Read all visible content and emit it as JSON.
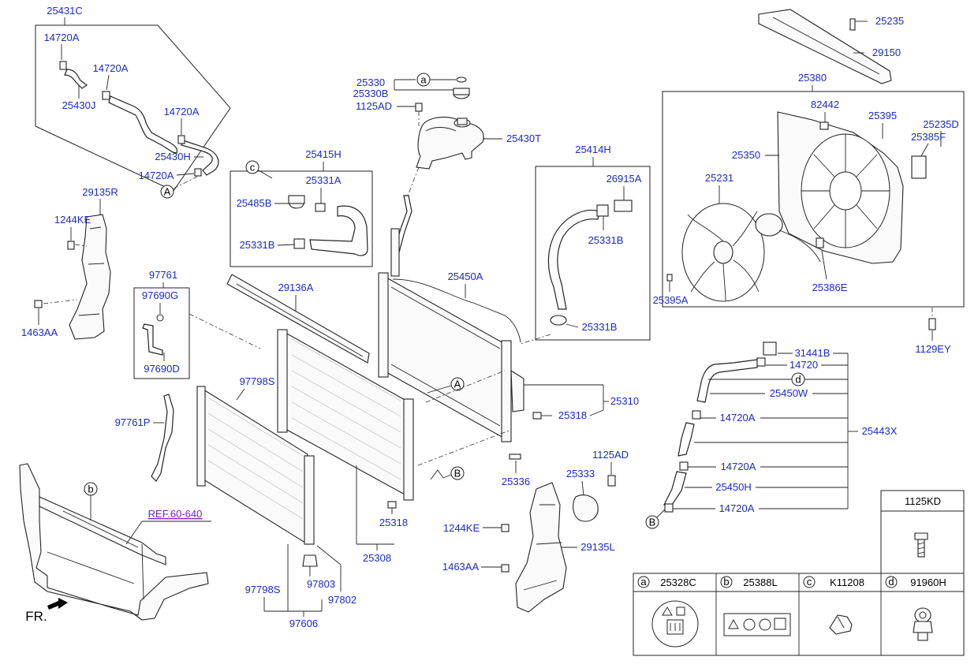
{
  "labels": {
    "p25431C": "25431C",
    "p14720A_1": "14720A",
    "p14720A_2": "14720A",
    "p14720A_3": "14720A",
    "p14720A_4": "14720A",
    "p25430J": "25430J",
    "p25430H": "25430H",
    "callout_A_top": "A",
    "p29135R": "29135R",
    "p1244KE_1": "1244KE",
    "p1463AA_1": "1463AA",
    "p25330": "25330",
    "p25330B": "25330B",
    "callout_a_top": "a",
    "p1125AD_1": "1125AD",
    "p25430T": "25430T",
    "p25415H": "25415H",
    "callout_c": "c",
    "p25331A": "25331A",
    "p25485B": "25485B",
    "p25331B_1": "25331B",
    "p25414H": "25414H",
    "p26915A": "26915A",
    "p25331B_2": "25331B",
    "p25331B_3": "25331B",
    "p25235": "25235",
    "p29150": "29150",
    "p25380": "25380",
    "p82442": "82442",
    "p25395": "25395",
    "p25235D": "25235D",
    "p25385F": "25385F",
    "p25350": "25350",
    "p25231": "25231",
    "p25386E": "25386E",
    "p25395A": "25395A",
    "p1129EY": "1129EY",
    "p97761": "97761",
    "p97690G": "97690G",
    "p97690D": "97690D",
    "p29136A": "29136A",
    "p25450A": "25450A",
    "p97798S_1": "97798S",
    "callout_A_mid": "A",
    "p25310": "25310",
    "p25318_1": "25318",
    "p97761P": "97761P",
    "callout_B_mid": "B",
    "p25336": "25336",
    "p25318_2": "25318",
    "p25308": "25308",
    "callout_b_front": "b",
    "ref_6060": "REF.60-640",
    "fr": "FR.",
    "p97798S_2": "97798S",
    "p97803": "97803",
    "p97802": "97802",
    "p97606": "97606",
    "p1125AD_2": "1125AD",
    "p25333": "25333",
    "p1244KE_2": "1244KE",
    "p29135L": "29135L",
    "p1463AA_2": "1463AA",
    "p31441B": "31441B",
    "p14720_r": "14720",
    "callout_d": "d",
    "p25450W": "25450W",
    "p14720A_r1": "14720A",
    "p25443X": "25443X",
    "p14720A_r2": "14720A",
    "p25450H": "25450H",
    "p14720A_r3": "14720A",
    "callout_B_right": "B",
    "p1125KD": "1125KD"
  },
  "legend": {
    "cells": [
      {
        "letter": "a",
        "part": "25328C"
      },
      {
        "letter": "b",
        "part": "25388L"
      },
      {
        "letter": "c",
        "part": "K11208"
      },
      {
        "letter": "d",
        "part": "91960H"
      }
    ]
  },
  "colors": {
    "part_number": "#1a2bc4",
    "reference": "#7a1fb8",
    "line": "#222222"
  }
}
